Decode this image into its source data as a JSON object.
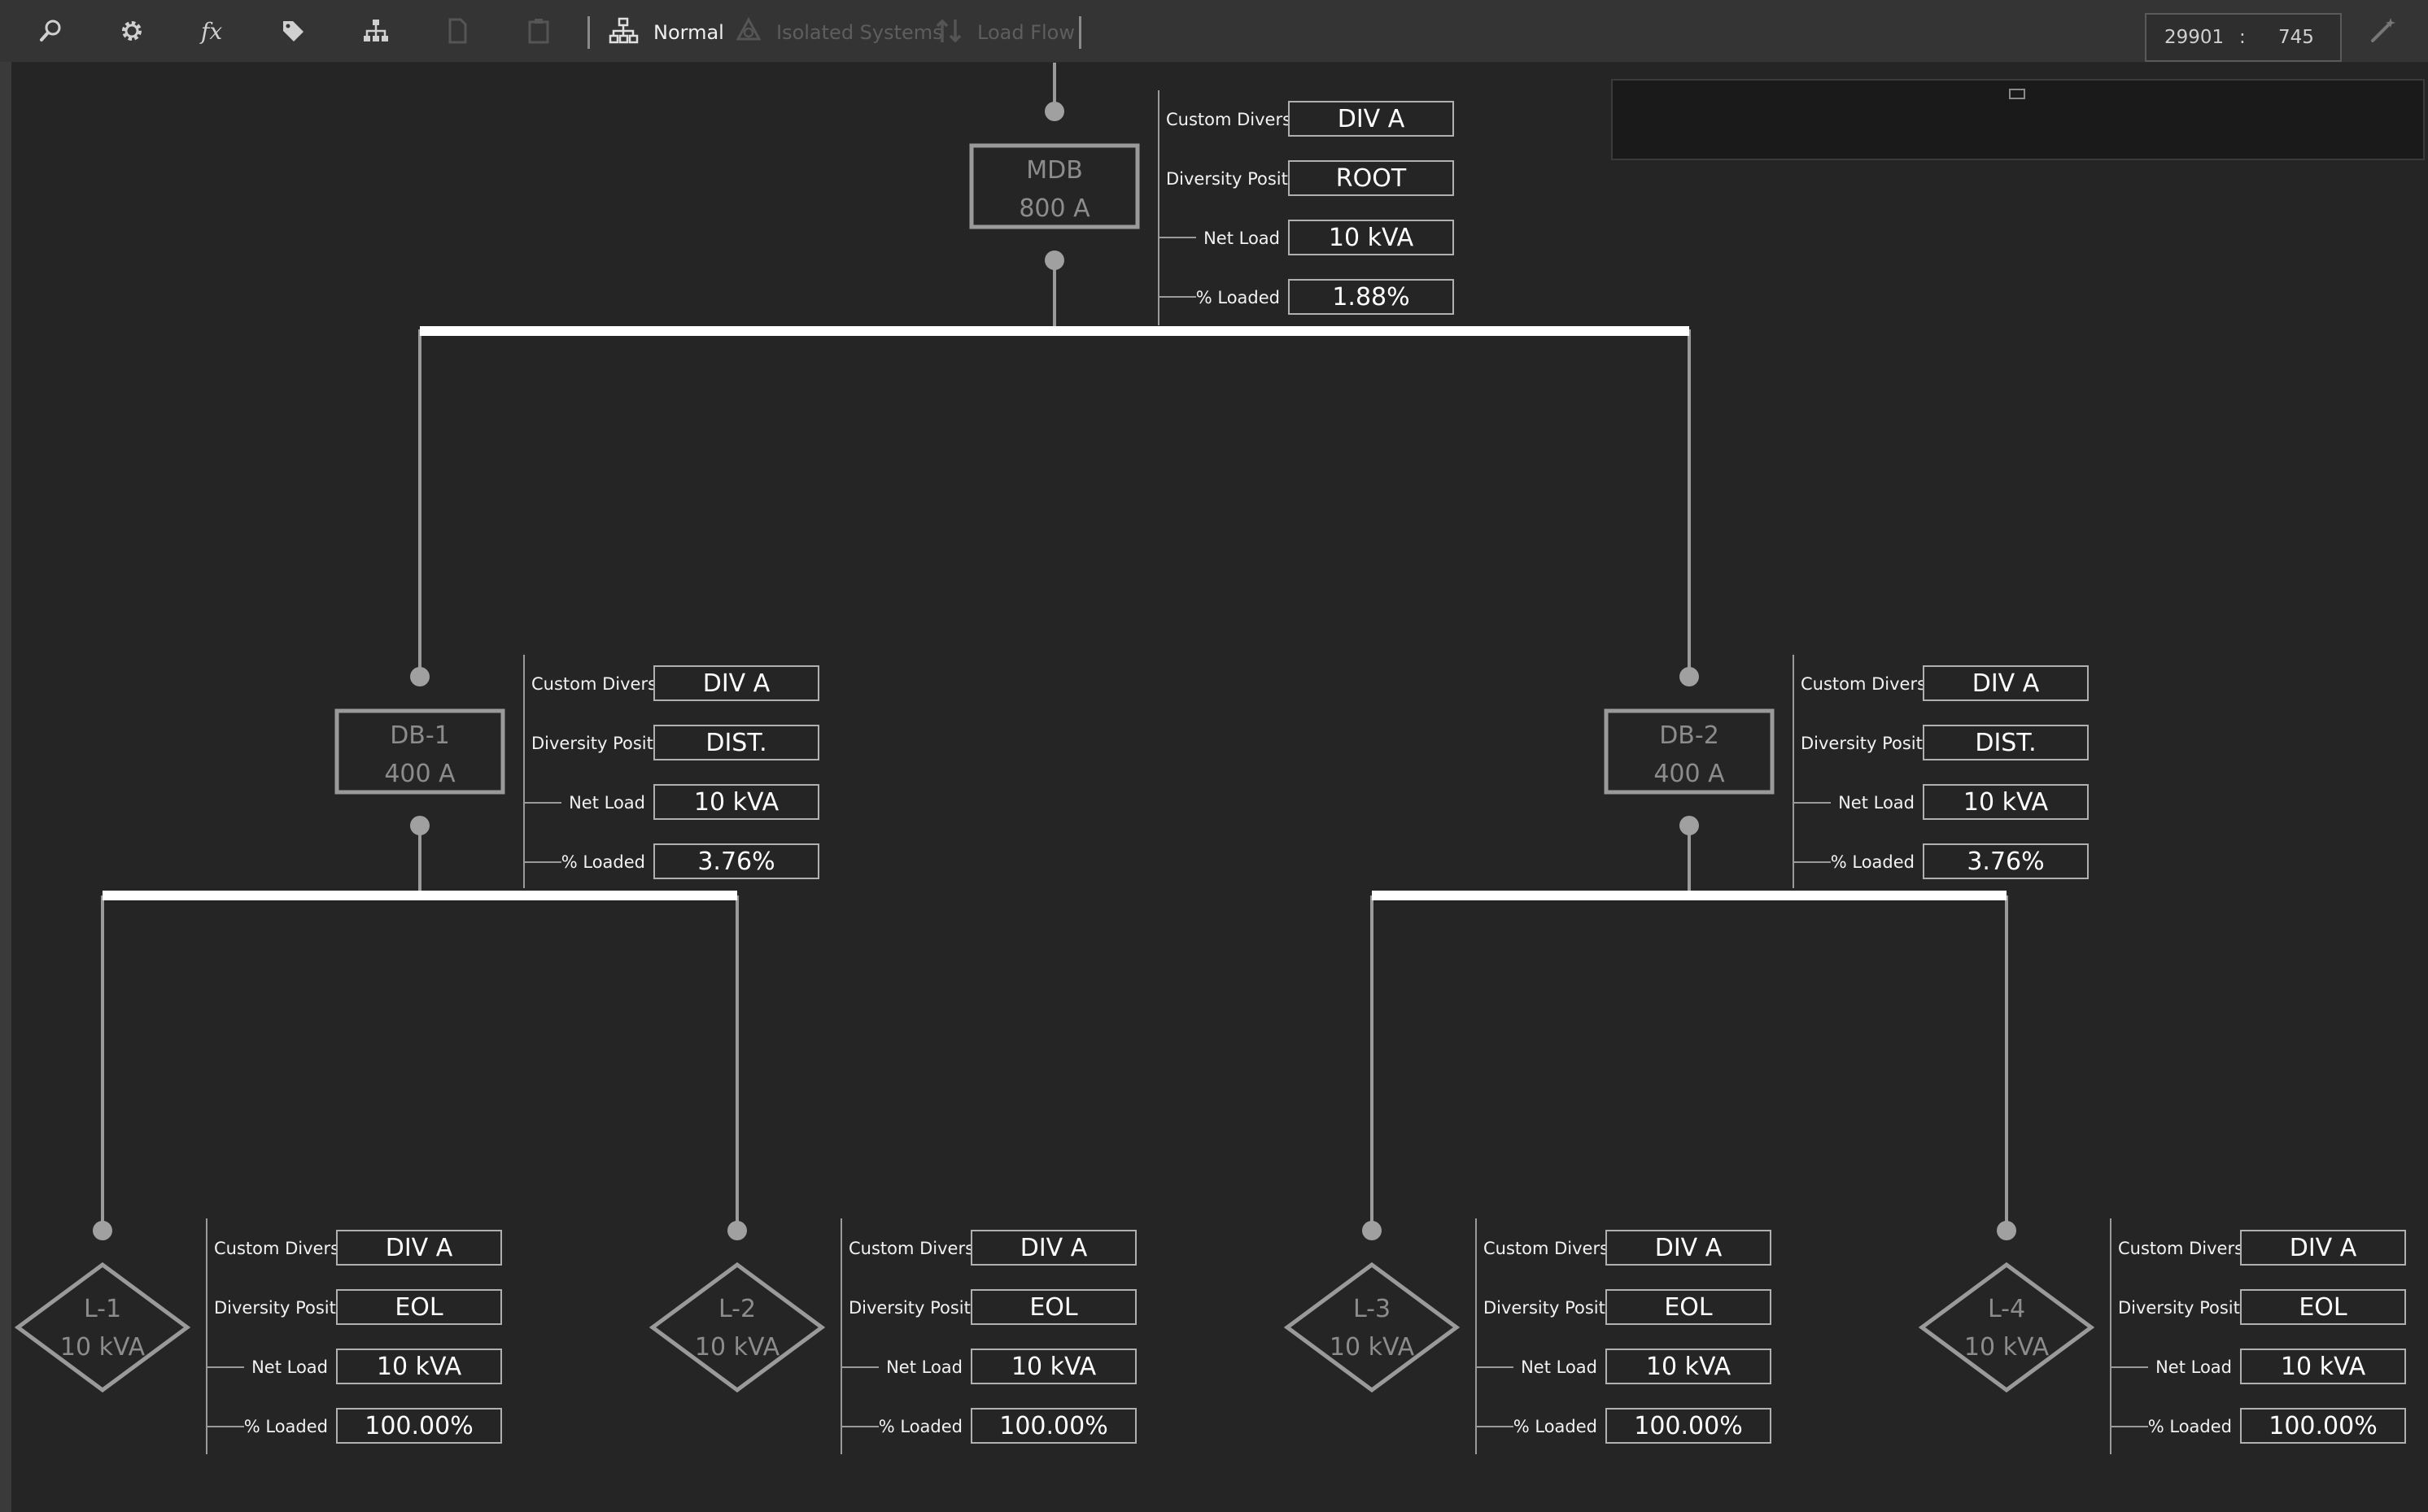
{
  "toolbar": {
    "icons": [
      "search-icon",
      "gear-icon",
      "function-icon",
      "tag-icon",
      "hierarchy-icon",
      "document-icon",
      "clipboard-icon"
    ],
    "mode_normal": "Normal",
    "mode_isolated": "Isolated Systems",
    "mode_loadflow": "Load Flow",
    "coord_x": "29901",
    "coord_sep": ":",
    "coord_y": "745"
  },
  "labels": {
    "custom_diversity": "Custom Diversity",
    "diversity_position": "Diversity Position",
    "net_load": "Net Load",
    "percent_loaded": "% Loaded"
  },
  "nodes": {
    "mdb": {
      "name": "MDB",
      "rating": "800 A",
      "custom_diversity": "DIV A",
      "diversity_position": "ROOT",
      "net_load": "10 kVA",
      "percent_loaded": "1.88%"
    },
    "db1": {
      "name": "DB-1",
      "rating": "400 A",
      "custom_diversity": "DIV A",
      "diversity_position": "DIST.",
      "net_load": "10 kVA",
      "percent_loaded": "3.76%"
    },
    "db2": {
      "name": "DB-2",
      "rating": "400 A",
      "custom_diversity": "DIV A",
      "diversity_position": "DIST.",
      "net_load": "10 kVA",
      "percent_loaded": "3.76%"
    },
    "l1": {
      "name": "L-1",
      "rating": "10 kVA",
      "custom_diversity": "DIV A",
      "diversity_position": "EOL",
      "net_load": "10 kVA",
      "percent_loaded": "100.00%"
    },
    "l2": {
      "name": "L-2",
      "rating": "10 kVA",
      "custom_diversity": "DIV A",
      "diversity_position": "EOL",
      "net_load": "10 kVA",
      "percent_loaded": "100.00%"
    },
    "l3": {
      "name": "L-3",
      "rating": "10 kVA",
      "custom_diversity": "DIV A",
      "diversity_position": "EOL",
      "net_load": "10 kVA",
      "percent_loaded": "100.00%"
    },
    "l4": {
      "name": "L-4",
      "rating": "10 kVA",
      "custom_diversity": "DIV A",
      "diversity_position": "EOL",
      "net_load": "10 kVA",
      "percent_loaded": "100.00%"
    }
  },
  "colors": {
    "background": "#252525",
    "toolbar": "#343434",
    "node_stroke": "#9a9a9a",
    "busbar": "#ffffff"
  }
}
